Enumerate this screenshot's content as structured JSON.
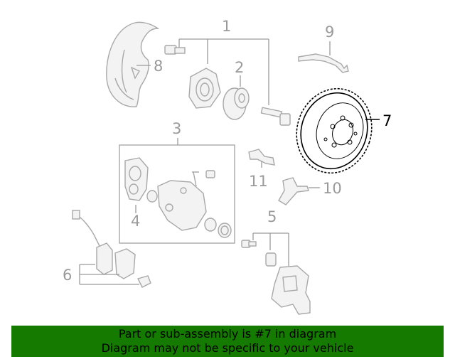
{
  "diagram": {
    "callouts": {
      "c1": "1",
      "c2": "2",
      "c3": "3",
      "c4": "4",
      "c5": "5",
      "c6": "6",
      "c7": "7",
      "c8": "8",
      "c9": "9",
      "c10": "10",
      "c11": "11"
    },
    "highlighted_part": "7"
  },
  "banner": {
    "line1": "Part or sub-assembly is #7 in diagram",
    "line2": "Diagram may not be specific to your vehicle"
  },
  "colors": {
    "banner_bg": "#157a00",
    "callout_gray": "#9a9a9a",
    "highlight": "#000000"
  }
}
